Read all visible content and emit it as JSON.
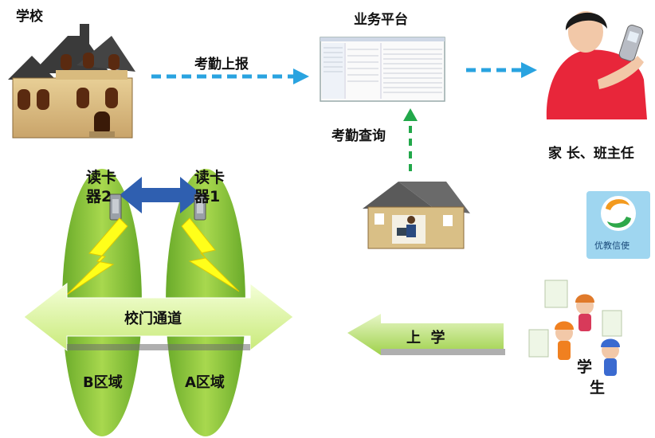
{
  "labels": {
    "school": "学校",
    "platform": "业务平台",
    "attendance_report": "考勤上报",
    "attendance_query": "考勤查询",
    "parents": "家 长、班主任",
    "reader2": [
      "读卡",
      "器2"
    ],
    "reader1": [
      "读卡",
      "器1"
    ],
    "gate_channel": "校门通道",
    "zone_b": "B区域",
    "zone_a": "A区域",
    "go_to_school": "上  学",
    "students": [
      "学",
      "生"
    ],
    "app_name": "优教信使"
  },
  "colors": {
    "arrow_blue": "#29a3e0",
    "arrow_green": "#22a84a",
    "zone_green": "#8dc63f",
    "lightning": "#ffff1a",
    "double_arrow": "#2f5fb0"
  }
}
